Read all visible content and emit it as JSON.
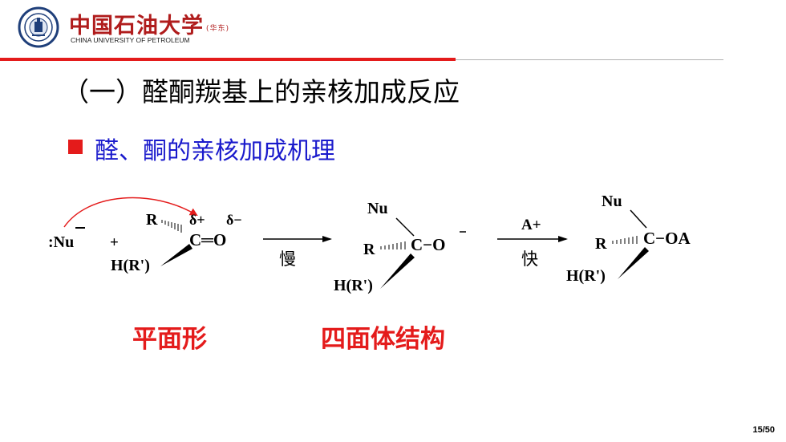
{
  "header": {
    "university_cn": "中国石油大学",
    "university_cn_suffix": "(华东)",
    "university_en": "CHINA UNIVERSITY OF PETROLEUM",
    "brand_red": "#e41b1b"
  },
  "slide": {
    "title": "（一）醛酮羰基上的亲核加成反应",
    "bullet": "醛、酮的亲核加成机理",
    "caption_planar": "平面形",
    "caption_tetrahedral": "四面体结构",
    "page_number": "15/50"
  },
  "scheme": {
    "nucleophile": ":Nu",
    "plus": "+",
    "r": "R",
    "delta_plus": "δ+",
    "delta_minus": "δ−",
    "carbonyl": "C═O",
    "hr": "H(R')",
    "slow": "慢",
    "int_nu": "Nu",
    "int_r": "R",
    "int_co": "C−O",
    "int_hr": "H(R')",
    "reagent": "A+",
    "fast": "快",
    "prod_nu": "Nu",
    "prod_r": "R",
    "prod_coa": "C−OA",
    "prod_hr": "H(R')"
  }
}
